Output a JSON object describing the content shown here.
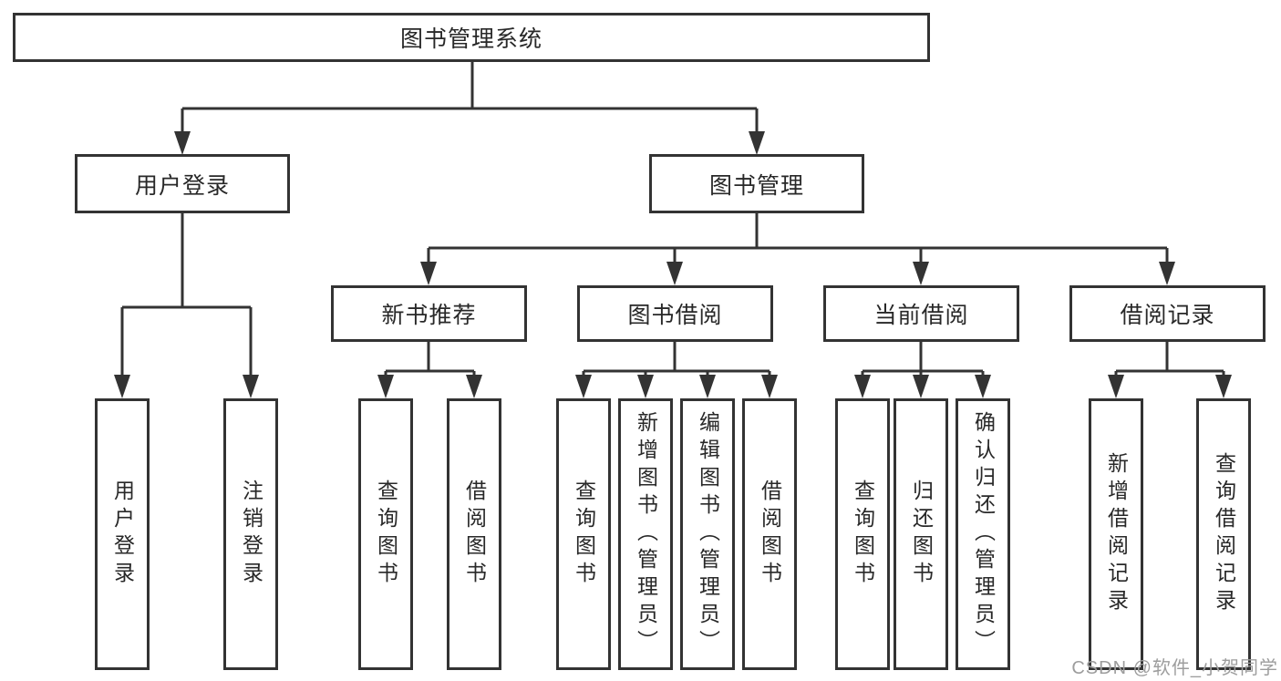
{
  "diagram": {
    "root": "图书管理系统",
    "level2": {
      "user_login": "用户登录",
      "book_management": "图书管理"
    },
    "level3": {
      "new_book_recommend": "新书推荐",
      "book_borrowing": "图书借阅",
      "current_borrowing": "当前借阅",
      "borrowing_records": "借阅记录"
    },
    "leaves": {
      "user_login": "用户登录",
      "logout": "注销登录",
      "recommend_search_books": "查询图书",
      "recommend_borrow_books": "借阅图书",
      "borrowing_search_books": "查询图书",
      "borrowing_add_books": "新增图书（管理员）",
      "borrowing_edit_books": "编辑图书（管理员）",
      "borrowing_borrow_books": "借阅图书",
      "current_search_books": "查询图书",
      "current_return_books": "归还图书",
      "current_confirm_return": "确认归还（管理员）",
      "records_add_record": "新增借阅记录",
      "records_search_record": "查询借阅记录"
    }
  },
  "watermark": "CSDN @软件_小贺同学",
  "colors": {
    "line": "#333333",
    "text": "#282828",
    "watermark": "#9d9d9d",
    "bg": "#ffffff"
  }
}
